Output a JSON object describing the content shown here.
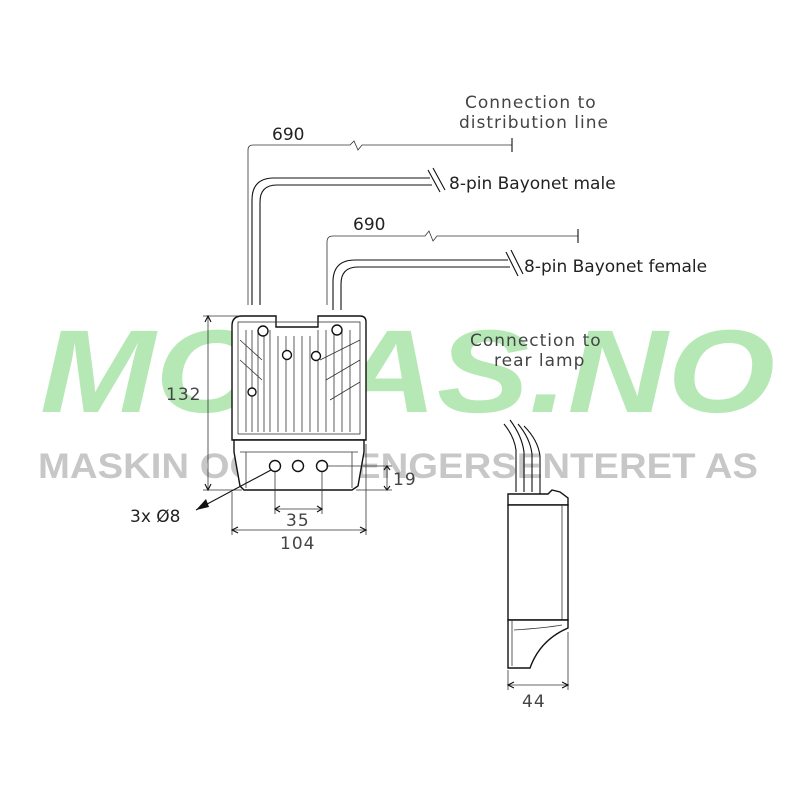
{
  "watermark": {
    "brand": "MOTAS.NO",
    "tagline": "MASKIN OG TILHENGERSENTERET AS",
    "color": "#7cd67c"
  },
  "labels": {
    "connection_distribution": [
      "Connection to",
      "distribution line"
    ],
    "cable_length_1": "690",
    "connector_male": "8-pin Bayonet male",
    "cable_length_2": "690",
    "connector_female": "8-pin Bayonet female",
    "connection_rear": [
      "Connection to",
      "rear lamp"
    ],
    "height": "132",
    "hole_offset": "19",
    "holes": "3x Ø8",
    "hole_spacing": "35",
    "width": "104",
    "depth": "44"
  }
}
